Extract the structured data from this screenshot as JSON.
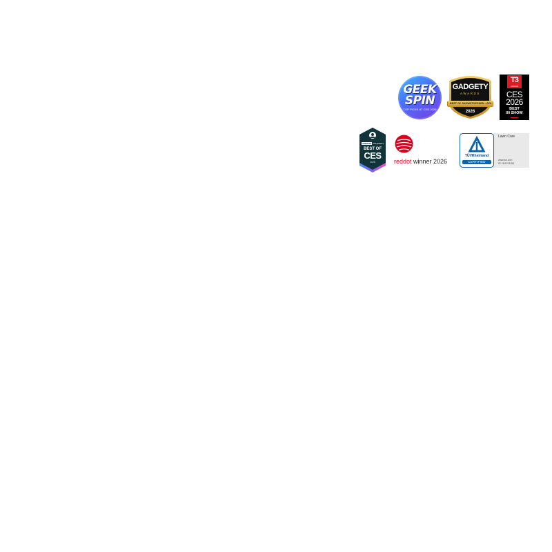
{
  "awards": {
    "geek_spin": {
      "line1": "GEEK",
      "line2": "SPIN",
      "subtitle": "TOP PICKS AT CES 2026",
      "icon": "geek-spin-badge",
      "colors": {
        "start": "#3fb6ff",
        "end": "#7b3fe4"
      }
    },
    "gadgety": {
      "title": "GADGETY",
      "awards": "AWARDS",
      "ribbon": "BEST OF SHOWSTOPPERS • CES",
      "year": "2026",
      "icon": "gadgety-awards-badge",
      "colors": {
        "body": "#111111",
        "gold": "#e0a93a"
      }
    },
    "t3": {
      "logo": "T3",
      "award_tag": "AWARD",
      "ces": "CES",
      "year": "2026",
      "best": "BEST",
      "in_show": "IN SHOW",
      "icon": "t3-ces-badge",
      "colors": {
        "background": "#000000",
        "red": "#e01a22"
      }
    },
    "android_authority": {
      "brand_prefix": "ANDROID",
      "brand_suffix": "AUTHORITY",
      "best_of": "BEST OF",
      "ces": "CES",
      "year": "2026",
      "icon": "android-authority-badge",
      "colors": {
        "body": "#11333a",
        "accent": "#7a5cf0"
      }
    },
    "red_dot": {
      "red_word": "reddot",
      "suffix": " winner 2026",
      "icon": "red-dot-icon",
      "colors": {
        "red": "#d9001b"
      }
    },
    "tuv": {
      "brand": "TÜVRheinland",
      "certified": "CERTIFIED",
      "category": "Lawn Care",
      "url": "www.tuv.com",
      "id": "ID  1111313150",
      "icon": "tuv-certified-mark",
      "colors": {
        "blue": "#0b63a9",
        "panel": "#e9e9e9"
      }
    }
  }
}
